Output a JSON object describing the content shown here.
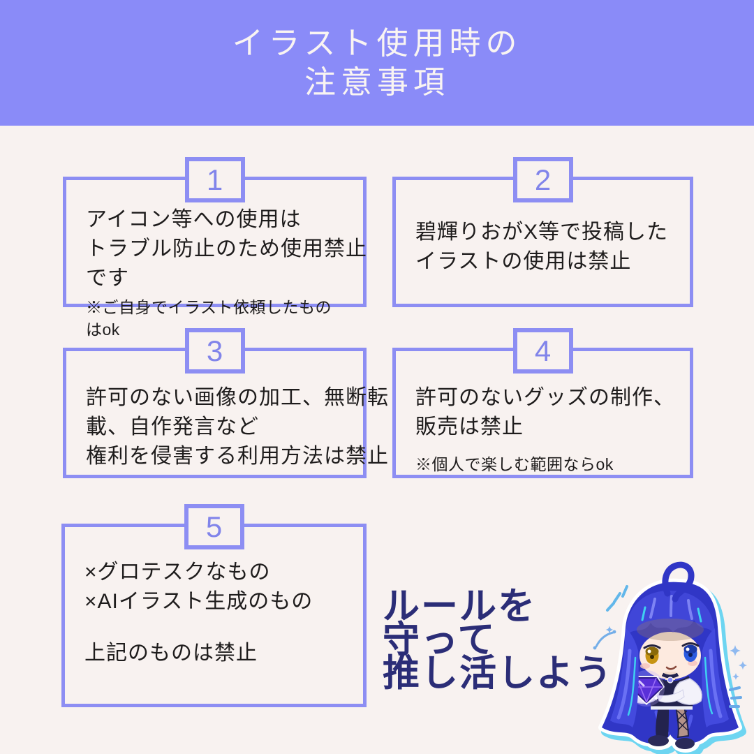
{
  "header": {
    "title_lines": [
      "イラスト使用時の",
      "注意事項"
    ],
    "bg_color": "#8a8bf8",
    "text_color": "#f9f4f2"
  },
  "rules": [
    {
      "number": "1",
      "lines": [
        "アイコン等への使用は",
        "トラブル防止のため使用禁止",
        "です"
      ],
      "note": "※ご自身でイラスト依頼したものはok"
    },
    {
      "number": "2",
      "lines": [
        "碧輝りおがX等で投稿した",
        "イラストの使用は禁止"
      ]
    },
    {
      "number": "3",
      "lines": [
        "許可のない画像の加工、無断転",
        "載、自作発言など",
        "権利を侵害する利用方法は禁止"
      ]
    },
    {
      "number": "4",
      "lines": [
        "許可のないグッズの制作、",
        "販売は禁止"
      ],
      "note": "※個人で楽しむ範囲ならok"
    },
    {
      "number": "5",
      "lines": [
        "×グロテスクなもの",
        "×AIイラスト生成のもの"
      ],
      "closing": "上記のものは禁止"
    }
  ],
  "slogan": {
    "lines": [
      "ルールを",
      "守って",
      "推し活しよう"
    ],
    "color": "#2b2d77"
  },
  "mascot": {
    "name": "chibi-girl-blue-hair-holding-gem",
    "hair_color": "#3036c6",
    "eye_colors": [
      "#c79412",
      "#2b5be0"
    ],
    "gem_color": "#5a30d8",
    "sticker_glow_color": "#5fd2f2"
  },
  "colors": {
    "page_bg": "#f8f2f0",
    "accent_border": "#8d8ef3",
    "number_text": "#8184ea",
    "body_text": "#1e1c1c"
  }
}
